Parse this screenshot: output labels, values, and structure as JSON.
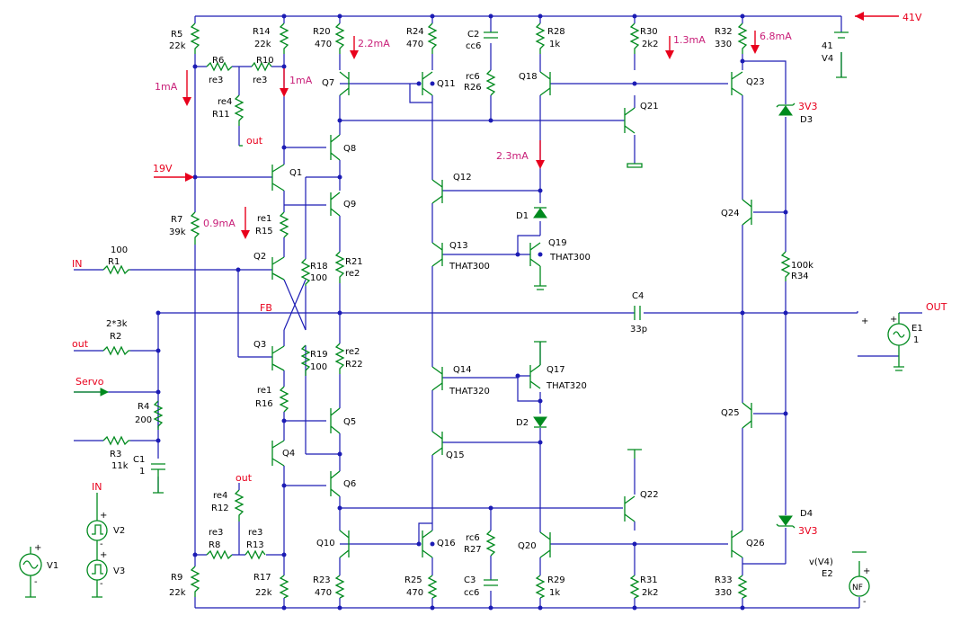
{
  "supply": {
    "top_voltage": "41V",
    "ref_voltage": "19V",
    "source_top": "41",
    "source_name": "V4"
  },
  "currents": [
    "1mA",
    "1mA",
    "2.2mA",
    "1.3mA",
    "6.8mA",
    "2.3mA",
    "0.9mA"
  ],
  "nodes": {
    "in": "IN",
    "fb": "FB",
    "out1": "out",
    "out2": "out",
    "out3": "out",
    "servo": "Servo",
    "in_src": "IN",
    "out_label": "OUT"
  },
  "resistors": [
    {
      "name": "R5",
      "value": "22k"
    },
    {
      "name": "R6",
      "value": "re3"
    },
    {
      "name": "R10",
      "value": "re3"
    },
    {
      "name": "R11",
      "value": "re4"
    },
    {
      "name": "R14",
      "value": "22k"
    },
    {
      "name": "R20",
      "value": "470"
    },
    {
      "name": "R24",
      "value": "470"
    },
    {
      "name": "R26",
      "value": "rc6"
    },
    {
      "name": "R28",
      "value": "1k"
    },
    {
      "name": "R30",
      "value": "2k2"
    },
    {
      "name": "R32",
      "value": "330"
    },
    {
      "name": "R7",
      "value": "39k"
    },
    {
      "name": "R15",
      "value": "re1"
    },
    {
      "name": "R1",
      "value": "100"
    },
    {
      "name": "R18",
      "value": "100"
    },
    {
      "name": "R21",
      "value": "re2"
    },
    {
      "name": "R34",
      "value": "100k"
    },
    {
      "name": "R2",
      "value": "2*3k"
    },
    {
      "name": "R19",
      "value": "100"
    },
    {
      "name": "R22",
      "value": "re2"
    },
    {
      "name": "R16",
      "value": "re1"
    },
    {
      "name": "R4",
      "value": "200"
    },
    {
      "name": "R3",
      "value": "11k"
    },
    {
      "name": "R12",
      "value": "re4"
    },
    {
      "name": "R8",
      "value": "re3"
    },
    {
      "name": "R13",
      "value": "re3"
    },
    {
      "name": "R27",
      "value": "rc6"
    },
    {
      "name": "R9",
      "value": "22k"
    },
    {
      "name": "R17",
      "value": "22k"
    },
    {
      "name": "R23",
      "value": "470"
    },
    {
      "name": "R25",
      "value": "470"
    },
    {
      "name": "R29",
      "value": "1k"
    },
    {
      "name": "R31",
      "value": "2k2"
    },
    {
      "name": "R33",
      "value": "330"
    }
  ],
  "capacitors": [
    {
      "name": "C2",
      "value": "cc6"
    },
    {
      "name": "C4",
      "value": "33p"
    },
    {
      "name": "C1",
      "value": "1"
    },
    {
      "name": "C3",
      "value": "cc6"
    }
  ],
  "transistors": [
    "Q1",
    "Q2",
    "Q3",
    "Q4",
    "Q5",
    "Q6",
    "Q7",
    "Q8",
    "Q9",
    "Q10",
    "Q11",
    "Q12",
    "Q13",
    "Q14",
    "Q15",
    "Q16",
    "Q17",
    "Q18",
    "Q19",
    "Q20",
    "Q21",
    "Q22",
    "Q23",
    "Q24",
    "Q25",
    "Q26"
  ],
  "transistor_types": {
    "q13": "THAT300",
    "q19": "THAT300",
    "q14": "THAT320",
    "q17": "THAT320"
  },
  "diodes": [
    {
      "name": "D1",
      "value": ""
    },
    {
      "name": "D2",
      "value": ""
    },
    {
      "name": "D3",
      "value": "3V3"
    },
    {
      "name": "D4",
      "value": "3V3"
    }
  ],
  "sources": {
    "v1": "V1",
    "v2": "V2",
    "v3": "V3",
    "e1": "E1",
    "e1_gain": "1",
    "e2": "E2",
    "e2_ctrl": "v(V4)",
    "e2_sym": "NF"
  },
  "signs": {
    "plus": "+",
    "minus": "-"
  },
  "colors": {
    "wire": "#1c1cb4",
    "component": "#008a1e",
    "annotation": "#e8001c",
    "current": "#c81e78"
  }
}
